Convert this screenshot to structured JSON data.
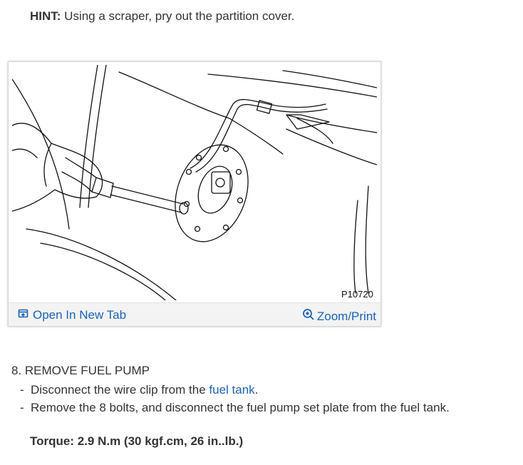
{
  "hint": {
    "label": "HINT:",
    "text": " Using a scraper, pry out the partition cover."
  },
  "figure": {
    "code": "P10720",
    "open_label": "Open In New Tab",
    "zoom_label": "Zoom/Print",
    "icons": [
      "open-tab-icon",
      "magnifier-plus-icon"
    ],
    "link_color": "#1a63b8"
  },
  "step": {
    "title": "8. REMOVE FUEL PUMP",
    "bullets": [
      {
        "before": "Disconnect the wire clip from the ",
        "link": "fuel tank",
        "after": "."
      },
      {
        "text": "Remove the 8 bolts, and disconnect the fuel pump set plate from the fuel tank."
      }
    ],
    "torque": "Torque: 2.9 N.m (30 kgf.cm, 26 in..lb.)"
  }
}
